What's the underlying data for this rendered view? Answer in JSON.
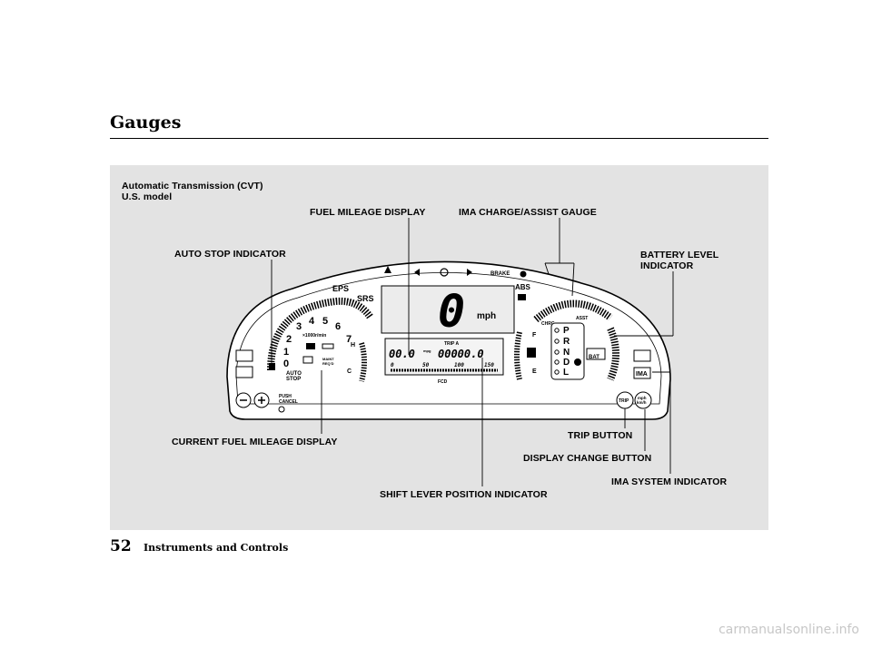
{
  "header": {
    "title": "Gauges"
  },
  "footer": {
    "page_number": "52",
    "section": "Instruments and Controls",
    "watermark": "carmanualsonline.info"
  },
  "figure": {
    "caption_line1": "Automatic Transmission (CVT)",
    "caption_line2": "U.S. model",
    "callouts": {
      "fuel_mileage_display": "FUEL MILEAGE DISPLAY",
      "ima_charge_assist_gauge": "IMA CHARGE/ASSIST GAUGE",
      "auto_stop_indicator": "AUTO STOP INDICATOR",
      "battery_level_line1": "BATTERY LEVEL",
      "battery_level_line2": "INDICATOR",
      "current_fuel_mileage_display": "CURRENT FUEL MILEAGE DISPLAY",
      "trip_button": "TRIP BUTTON",
      "display_change_button": "DISPLAY CHANGE BUTTON",
      "ima_system_indicator": "IMA SYSTEM INDICATOR",
      "shift_lever_position_indicator": "SHIFT LEVER POSITION INDICATOR"
    },
    "cluster": {
      "eps": "EPS",
      "srs": "SRS",
      "brake": "BRAKE",
      "abs": "ABS",
      "speed": "0",
      "speed_unit": "mph",
      "tach_numbers": [
        "0",
        "1",
        "2",
        "3",
        "4",
        "5",
        "6",
        "7"
      ],
      "tach_unit": "×1000r/min",
      "temp_h": "H",
      "temp_c": "C",
      "maint": "MAINT",
      "reqd": "REQ'D",
      "auto_stop_1": "AUTO",
      "auto_stop_2": "STOP",
      "trip_a": "TRIP A",
      "mileage_value": "00.0",
      "mileage_unit": "mpg",
      "odometer": "00000.0",
      "scale": [
        "0",
        "50",
        "100",
        "150"
      ],
      "fcd": "FCD",
      "fuel_f": "F",
      "fuel_e": "E",
      "chrg": "CHRG",
      "asst": "ASST",
      "gears": [
        "P",
        "R",
        "N",
        "D",
        "L"
      ],
      "bat": "BAT",
      "ima": "IMA",
      "push": "PUSH",
      "cancel": "CANCEL",
      "trip_btn": "TRIP",
      "mph_btn_1": "mph",
      "mph_btn_2": "km/h"
    }
  }
}
